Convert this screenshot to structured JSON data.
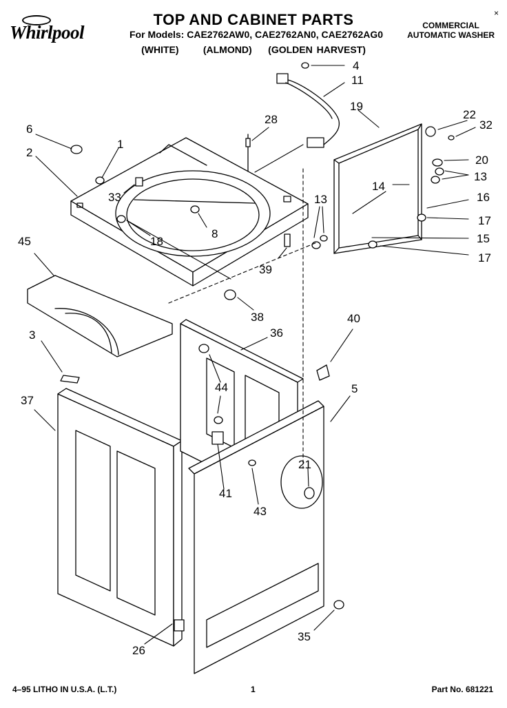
{
  "header": {
    "brand": "Whirlpool",
    "title": "TOP AND CABINET PARTS",
    "models": "For Models: CAE2762AW0, CAE2762AN0, CAE2762AG0",
    "colors": "(WHITE)      (ALMOND)    (GOLDEN HARVEST)",
    "product_line1": "COMMERCIAL",
    "product_line2": "AUTOMATIC WASHER",
    "close_mark": "×"
  },
  "callouts": {
    "c1": "1",
    "c2": "2",
    "c3": "3",
    "c4": "4",
    "c5": "5",
    "c6": "6",
    "c8": "8",
    "c11": "11",
    "c13a": "13",
    "c13b": "13",
    "c14": "14",
    "c15": "15",
    "c16": "16",
    "c17a": "17",
    "c17b": "17",
    "c18": "18",
    "c19": "19",
    "c20": "20",
    "c21": "21",
    "c22": "22",
    "c26": "26",
    "c28": "28",
    "c32": "32",
    "c33": "33",
    "c35": "35",
    "c36": "36",
    "c37": "37",
    "c38": "38",
    "c39": "39",
    "c40": "40",
    "c41": "41",
    "c43": "43",
    "c44": "44",
    "c45": "45"
  },
  "footer": {
    "left": "4–95 LITHO IN U.S.A. (L.T.)",
    "center": "1",
    "right": "Part No. 681221"
  }
}
